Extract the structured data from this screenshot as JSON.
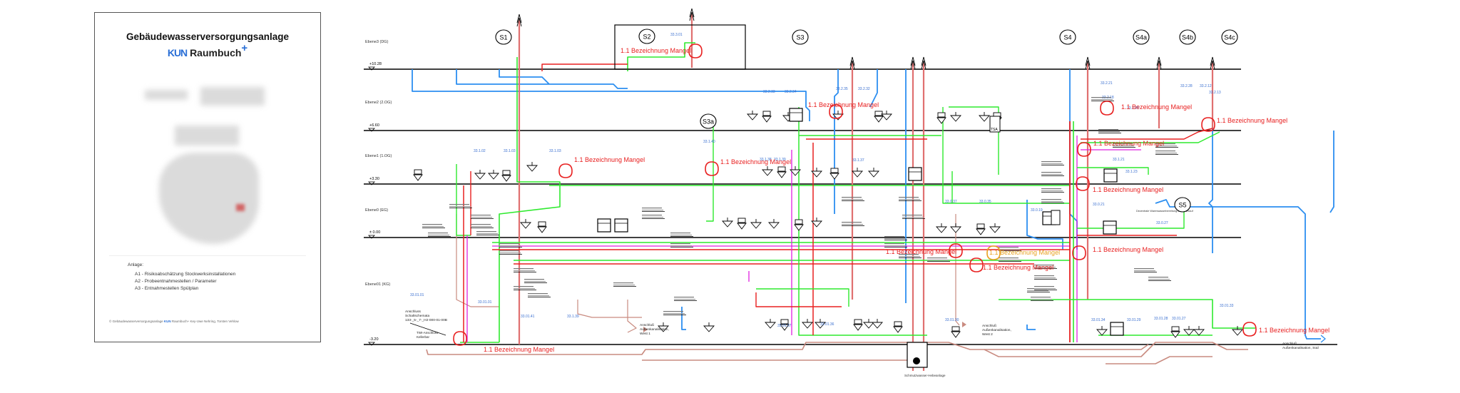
{
  "cover": {
    "title": "Gebäudewasserversorgungsanlage",
    "brand_kun": "KUN",
    "brand_name": "Raumbuch",
    "brand_plus": "+",
    "anlage_label": "Anlage:",
    "anlage_items": [
      "A1 - Risikoabschätzung Stockwerksinstallationen",
      "A2 - Probeentnahmestellen / Parameter",
      "A3 - Entnahmestellen Spülplan"
    ],
    "footer_prefix": "© Gebäudewasserversorgungsanlage",
    "footer_kun": "KUN",
    "footer_suffix": "Raumbuch+  Key-Uwe Nehring, Torsten Vehlow"
  },
  "schema": {
    "levels": [
      {
        "name": "Ebene3 (DG)",
        "elevation": "+10.28"
      },
      {
        "name": "Ebene2 (2.OG)",
        "elevation": "+6.60"
      },
      {
        "name": "Ebene1 (1.OG)",
        "elevation": "+3.30"
      },
      {
        "name": "Ebene0 (EG)",
        "elevation": "± 0.00"
      },
      {
        "name": "Ebene01 (KG)",
        "elevation": "-3.20"
      }
    ],
    "strands": [
      "S1",
      "S2",
      "S3",
      "S3a",
      "S4",
      "S4a",
      "S4b",
      "S4c",
      "S5"
    ],
    "defect_label": "1.1 Bezeichnung Mangel",
    "room_labels": [
      "33.1.02",
      "33.1.03",
      "33.1.03",
      "33.3.01",
      "33.2.33",
      "33.2.34",
      "33.2.35",
      "33.2.32",
      "33.1.40",
      "33.1.38",
      "33.1.39",
      "33.1.37",
      "33.0.37",
      "33.0.35",
      "33.0.19",
      "33.2.21",
      "33.2.18",
      "33.2.26",
      "33.2.28",
      "33.2.12",
      "33.2.13",
      "33.1.21",
      "33.1.23",
      "33.0.21",
      "33.0.27",
      "33.01.01",
      "33.01.01",
      "33.01.41",
      "33.1.39",
      "33.01.37",
      "33.01.36",
      "33.01.30",
      "33.01.34",
      "33.01.29",
      "33.01.28",
      "33.01.27",
      "33.01.33"
    ],
    "annotations": {
      "anschluss_schaltschema": "Anschluss Schaltschemata 133-_5-_7-_H2-000-01-00B",
      "twi_anschluss": "TWI-Anschluss Kellerbar",
      "anschluss_west1": "Anschluß Außenkanalisation, West 1",
      "anschluss_west2": "Anschluß Außenkanalisation, West 2",
      "anschluss_sued": "Anschluß Außenkanalisation, Süd",
      "hebeanlage": "Schmutzwasser-Hebeanlage",
      "s5_note": "Dezentrale Warmwasserbereitung im Durchlauf",
      "tsa": "TSA"
    }
  },
  "colors": {
    "cold": "#2eea2e",
    "hot": "#e82020",
    "circ": "#e020e0",
    "drain": "#c98b80",
    "vent": "#e07070",
    "rain": "#2c8ef0",
    "defect": "#e82020",
    "defect_warn": "#e8a020",
    "room": "#3a6fd0"
  }
}
